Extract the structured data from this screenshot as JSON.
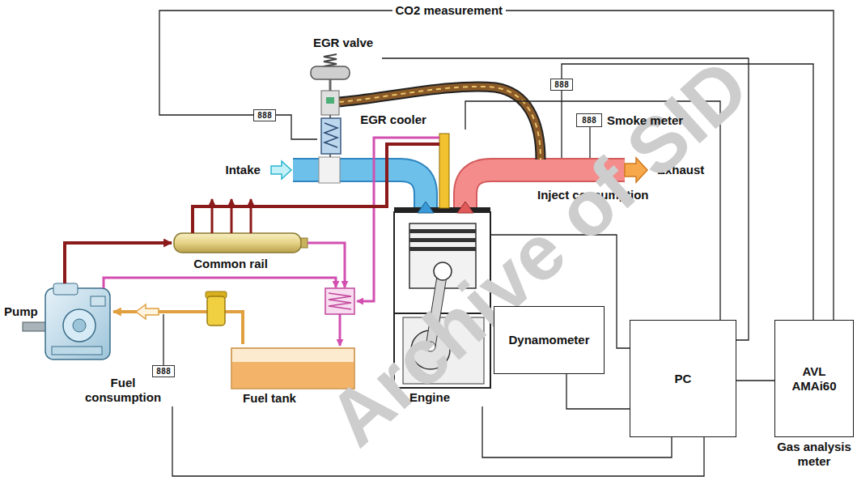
{
  "diagram": {
    "nodes": [
      {
        "text": [
          "EGR valve"
        ]
      },
      {
        "text": [
          "888"
        ]
      },
      {
        "text": [
          "EGR cooler"
        ]
      },
      {
        "text": [
          "888"
        ]
      },
      {
        "text": [
          "888",
          "Smoke meter"
        ]
      },
      {
        "text": [
          "Common rail"
        ]
      },
      {
        "text": [
          "Engine"
        ]
      },
      {
        "text": [
          "Pump"
        ]
      },
      {
        "text": [
          "Dynamometer"
        ]
      },
      {
        "text": [
          "PC"
        ]
      },
      {
        "text": [
          "AVL AMAi60",
          "Gas analysis meter"
        ]
      },
      {
        "text": [
          "888",
          "Fuel consumption"
        ]
      },
      {
        "text": [
          "Fuel tank"
        ]
      }
    ],
    "edges": [
      {
        "from": 1,
        "to": 10,
        "label": "CO2 measurement",
        "arrow": "none"
      },
      {
        "from": 1,
        "to": 2,
        "arrow": "none"
      },
      {
        "from": 0,
        "to": 9,
        "arrow": "none"
      },
      {
        "from": 3,
        "to": 10,
        "arrow": "none"
      },
      {
        "from": 6,
        "to": 9,
        "arrow": "none"
      },
      {
        "from": 6,
        "to": 9,
        "arrow": "none"
      },
      {
        "from": 8,
        "to": 9,
        "arrow": "none"
      },
      {
        "from": 6,
        "to": 9,
        "arrow": "none"
      },
      {
        "from": 11,
        "to": 9,
        "arrow": "none"
      },
      {
        "from": 9,
        "to": 10,
        "arrow": "none"
      },
      {
        "from": 12,
        "to": 7,
        "arrow": "to"
      },
      {
        "from": 7,
        "to": 5,
        "arrow": "to"
      },
      {
        "from": 5,
        "to": 6,
        "arrow": "none"
      }
    ],
    "labels": [
      "Intake",
      "Exhaust",
      "Inject consumption",
      "Archive of SID"
    ]
  }
}
